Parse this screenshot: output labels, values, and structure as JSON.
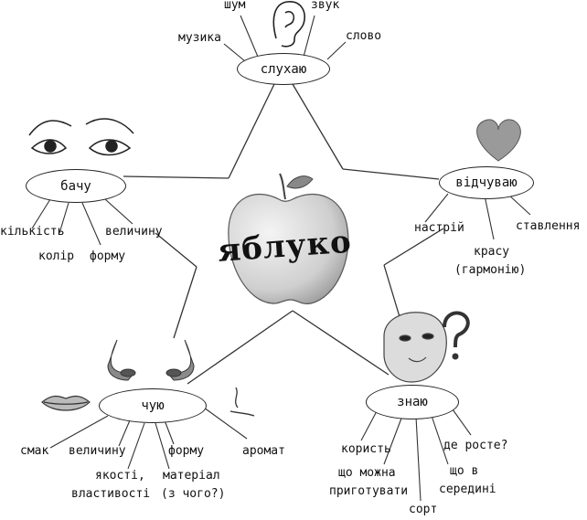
{
  "center": {
    "title": "яблуко"
  },
  "nodes": {
    "hear": {
      "label": "слухаю",
      "words": [
        "шум",
        "звук",
        "музика",
        "слово"
      ]
    },
    "see": {
      "label": "бачу",
      "words": [
        "кількість",
        "колір",
        "форму",
        "величину"
      ]
    },
    "feel": {
      "label": "відчуваю",
      "words": [
        "настрій",
        "красу",
        "(гармонію)",
        "ставлення"
      ]
    },
    "sense": {
      "label": "чую",
      "words": [
        "смак",
        "величину",
        "форму",
        "якості,",
        "властивості",
        "матеріал",
        "(з чого?)",
        "аромат"
      ]
    },
    "know": {
      "label": "знаю",
      "words": [
        "користь",
        "що можна",
        "приготувати",
        "сорт",
        "де росте?",
        "що в",
        "середині"
      ]
    }
  },
  "icons": [
    "ear-icon",
    "eyes-icon",
    "heart-icon",
    "apple-icon",
    "nose-icon",
    "lips-icon",
    "smell-icon",
    "face-icon",
    "question-mark-icon"
  ]
}
